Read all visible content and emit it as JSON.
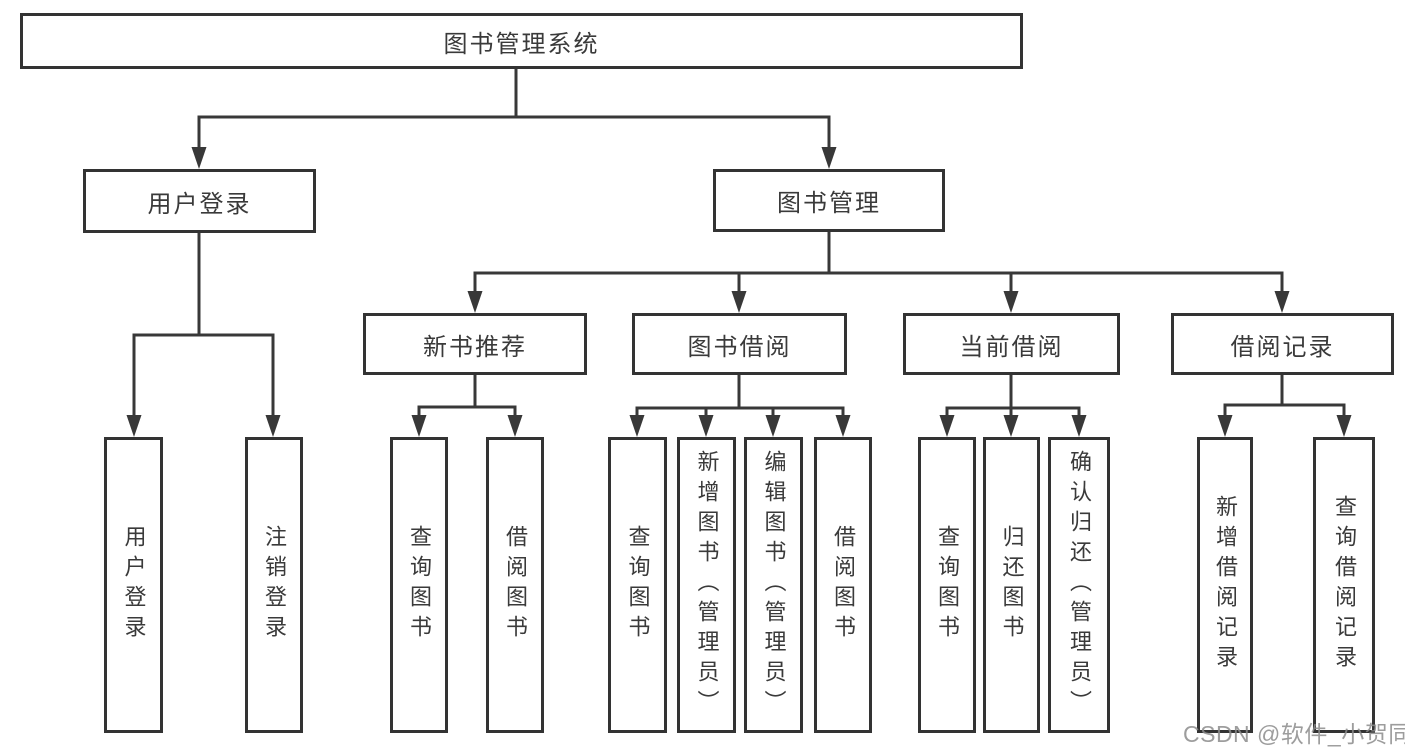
{
  "diagram": {
    "root": "图书管理系统",
    "level2": [
      "用户登录",
      "图书管理"
    ],
    "level3": [
      "新书推荐",
      "图书借阅",
      "当前借阅",
      "借阅记录"
    ],
    "leaves": [
      "用户登录",
      "注销登录",
      "查询图书",
      "借阅图书",
      "查询图书",
      "新增图书（管理员）",
      "编辑图书（管理员）",
      "借阅图书",
      "查询图书",
      "归还图书",
      "确认归还（管理员）",
      "新增借阅记录",
      "查询借阅记录"
    ]
  },
  "watermark": "CSDN @软件_小贺同学",
  "colors": {
    "line": "#383838",
    "border": "#333333",
    "text": "#3a3a3a",
    "watermark": "#8c8c8c",
    "background": "#ffffff"
  }
}
